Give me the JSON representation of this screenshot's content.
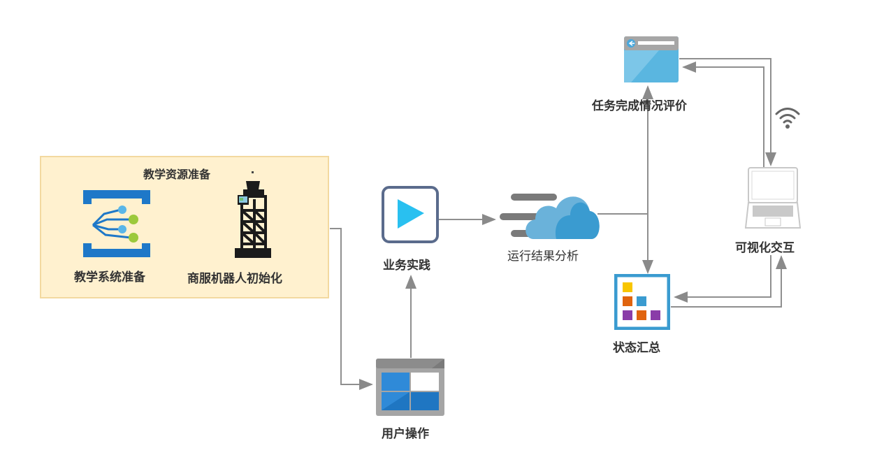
{
  "diagram": {
    "group": {
      "title": "教学资源准备",
      "items": [
        {
          "label": "教学系统准备",
          "icon": "machine-learning-icon"
        },
        {
          "label": "商服机器人初始化",
          "icon": "robot-icon"
        }
      ]
    },
    "nodes": {
      "business_practice": {
        "label": "业务实践",
        "icon": "play-icon"
      },
      "user_operation": {
        "label": "用户操作",
        "icon": "dashboard-window-icon"
      },
      "result_analysis": {
        "label": "运行结果分析",
        "icon": "cloud-icon"
      },
      "task_evaluation": {
        "label": "任务完成情况评价",
        "icon": "browser-window-icon"
      },
      "status_summary": {
        "label": "状态汇总",
        "icon": "analytics-grid-icon"
      },
      "visual_interaction": {
        "label": "可视化交互",
        "icon": "laptop-icon"
      }
    },
    "wireless_icon": "wifi-icon",
    "edges": [
      {
        "from": "教学资源准备",
        "to": "用户操作"
      },
      {
        "from": "用户操作",
        "to": "业务实践"
      },
      {
        "from": "业务实践",
        "to": "运行结果分析"
      },
      {
        "from": "运行结果分析",
        "to": "任务完成情况评价"
      },
      {
        "from": "运行结果分析",
        "to": "状态汇总"
      },
      {
        "from": "任务完成情况评价",
        "to": "可视化交互"
      },
      {
        "from": "可视化交互",
        "to": "任务完成情况评价"
      },
      {
        "from": "状态汇总",
        "to": "可视化交互"
      },
      {
        "from": "可视化交互",
        "to": "状态汇总"
      }
    ],
    "colors": {
      "group_fill": "#fff1cf",
      "group_border": "#f3d9a0",
      "connector": "#8a8a8a",
      "azure_blue": "#1e78c8",
      "play_cyan": "#29c0f0",
      "cloud_blue": "#3a9bd0",
      "window_blue": "#5ab6e0"
    }
  }
}
